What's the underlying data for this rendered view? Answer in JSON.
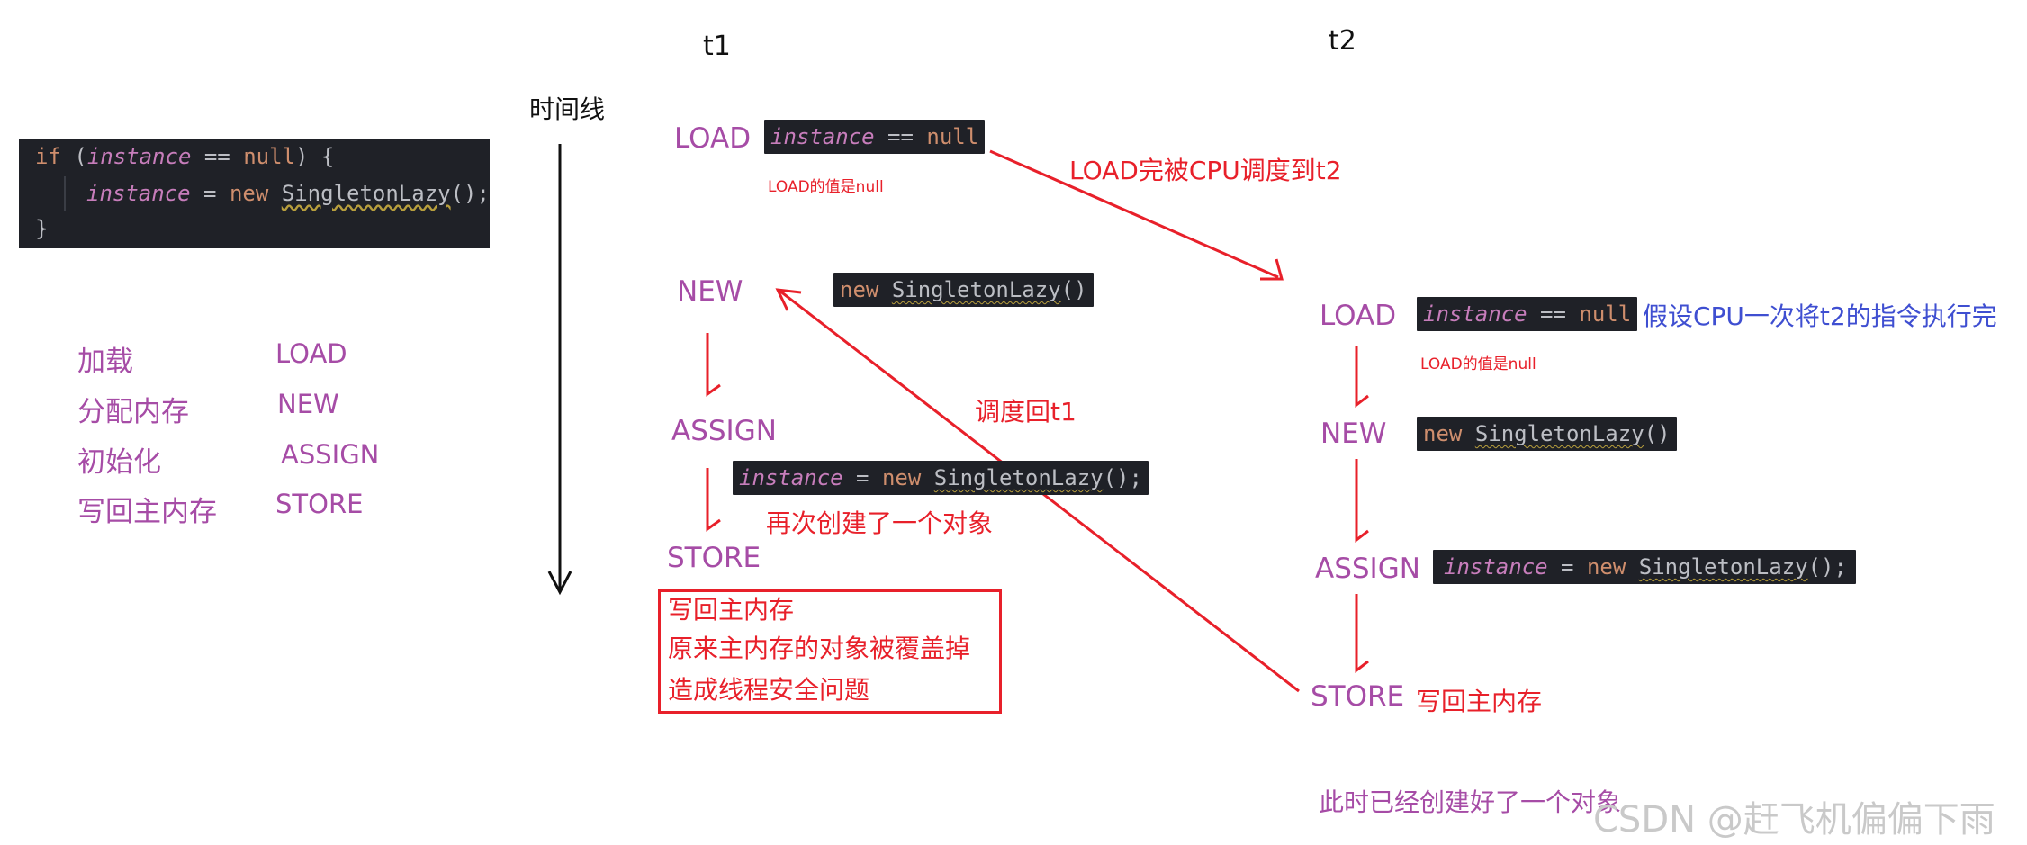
{
  "header": {
    "t1": "t1",
    "t2": "t2",
    "timeline": "时间线"
  },
  "code_snippet": {
    "line1": {
      "kw_if": "if",
      "paren_open": " (",
      "var": "instance",
      "rest": " == ",
      "null_kw": "null",
      "close": ") {"
    },
    "line2": {
      "var": "instance",
      "eq": " = ",
      "kw_new": "new",
      "space": " ",
      "cls": "SingletonLazy",
      "end": "();"
    },
    "line3": "}"
  },
  "legend": [
    {
      "cn": "加载",
      "en": "LOAD"
    },
    {
      "cn": "分配内存",
      "en": "NEW"
    },
    {
      "cn": "初始化",
      "en": "ASSIGN"
    },
    {
      "cn": "写回主内存",
      "en": "STORE"
    }
  ],
  "t1": {
    "load": "LOAD",
    "load_code": {
      "var": "instance",
      "op": " == ",
      "null_kw": "null"
    },
    "load_note": "LOAD的值是null",
    "new": "NEW",
    "new_code": {
      "kw": "new",
      "cls": "SingletonLazy",
      "end": "()"
    },
    "assign": "ASSIGN",
    "assign_code": {
      "var": "instance",
      "eq": " = ",
      "kw": "new",
      "cls": "SingletonLazy",
      "end": "();"
    },
    "assign_note": "再次创建了一个对象",
    "store": "STORE",
    "store_box": [
      "写回主内存",
      "原来主内存的对象被覆盖掉",
      "造成线程安全问题"
    ]
  },
  "t2": {
    "load": "LOAD",
    "load_code": {
      "var": "instance",
      "op": " == ",
      "null_kw": "null"
    },
    "load_note": "LOAD的值是null",
    "assumption": "假设CPU一次将t2的指令执行完",
    "new": "NEW",
    "new_code": {
      "kw": "new",
      "cls": "SingletonLazy",
      "end": "()"
    },
    "assign": "ASSIGN",
    "assign_code": {
      "var": "instance",
      "eq": " = ",
      "kw": "new",
      "cls": "SingletonLazy",
      "end": "();"
    },
    "store": "STORE",
    "store_note": "写回主内存",
    "footer_note": "此时已经创建好了一个对象"
  },
  "annotations": {
    "switch_to_t2": "LOAD完被CPU调度到t2",
    "switch_back_t1": "调度回t1"
  },
  "watermark": "CSDN @赶飞机偏偏下雨",
  "colors": {
    "purple": "#a64ca6",
    "red": "#e8202a",
    "blue": "#3f4fd1",
    "code_bg": "#1f2127"
  }
}
